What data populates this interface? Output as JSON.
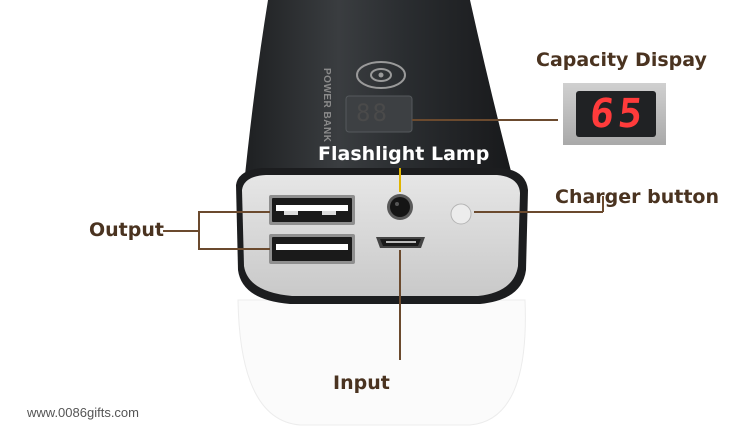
{
  "labels": {
    "capacity_display": "Capacity Dispay",
    "flashlight_lamp": "Flashlight Lamp",
    "charger_button": "Charger button",
    "output": "Output",
    "input": "Input"
  },
  "device": {
    "brand_text": "POWER BANK",
    "capacity_reading": "65",
    "screen_digits": "88"
  },
  "watermark": "www.0086gifts.com",
  "colors": {
    "label_text": "#4a3320",
    "leader_line": "#6b4a2e",
    "flashlight_line": "#e0b400",
    "digit_red": "#ff3b3b",
    "body_dark": "#2a2c2e",
    "end_cap": "#d9d9d9"
  },
  "icons": [
    "usb-port",
    "micro-usb-port",
    "flashlight-lens",
    "button",
    "seven-segment-display"
  ]
}
